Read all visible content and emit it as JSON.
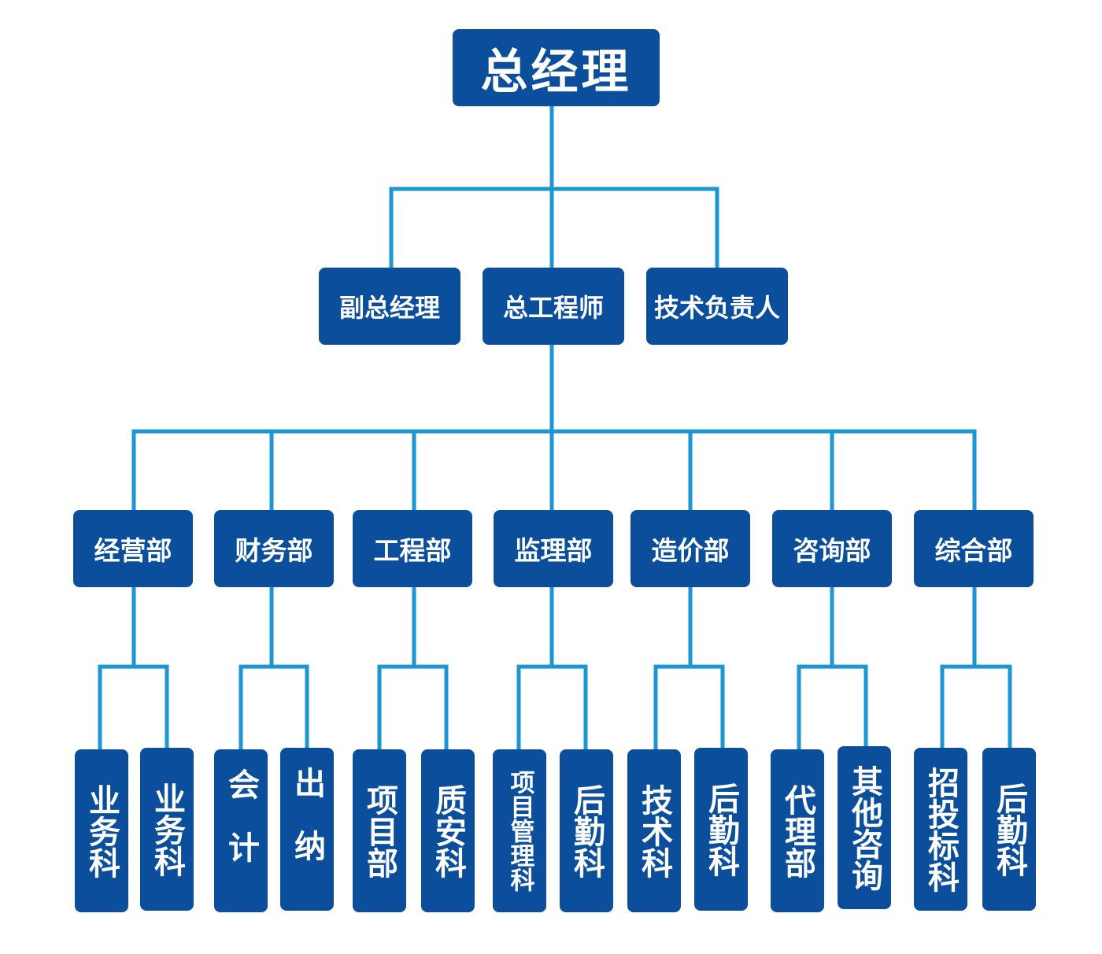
{
  "root": {
    "label": "总经理"
  },
  "level2": [
    {
      "label": "副总经理"
    },
    {
      "label": "总工程师"
    },
    {
      "label": "技术负责人"
    }
  ],
  "departments": [
    {
      "label": "经营部",
      "units": [
        "业务科",
        "业务科"
      ]
    },
    {
      "label": "财务部",
      "units": [
        "会计",
        "出纳"
      ]
    },
    {
      "label": "工程部",
      "units": [
        "项目部",
        "质安科"
      ]
    },
    {
      "label": "监理部",
      "units": [
        "项目管理科",
        "后勤科"
      ]
    },
    {
      "label": "造价部",
      "units": [
        "技术科",
        "后勤科"
      ]
    },
    {
      "label": "咨询部",
      "units": [
        "代理部",
        "其他咨询"
      ]
    },
    {
      "label": "综合部",
      "units": [
        "招投标科",
        "后勤科"
      ]
    }
  ],
  "colors": {
    "box": "#0b4e9b",
    "connector": "#1b96d3",
    "text": "#ffffff"
  }
}
